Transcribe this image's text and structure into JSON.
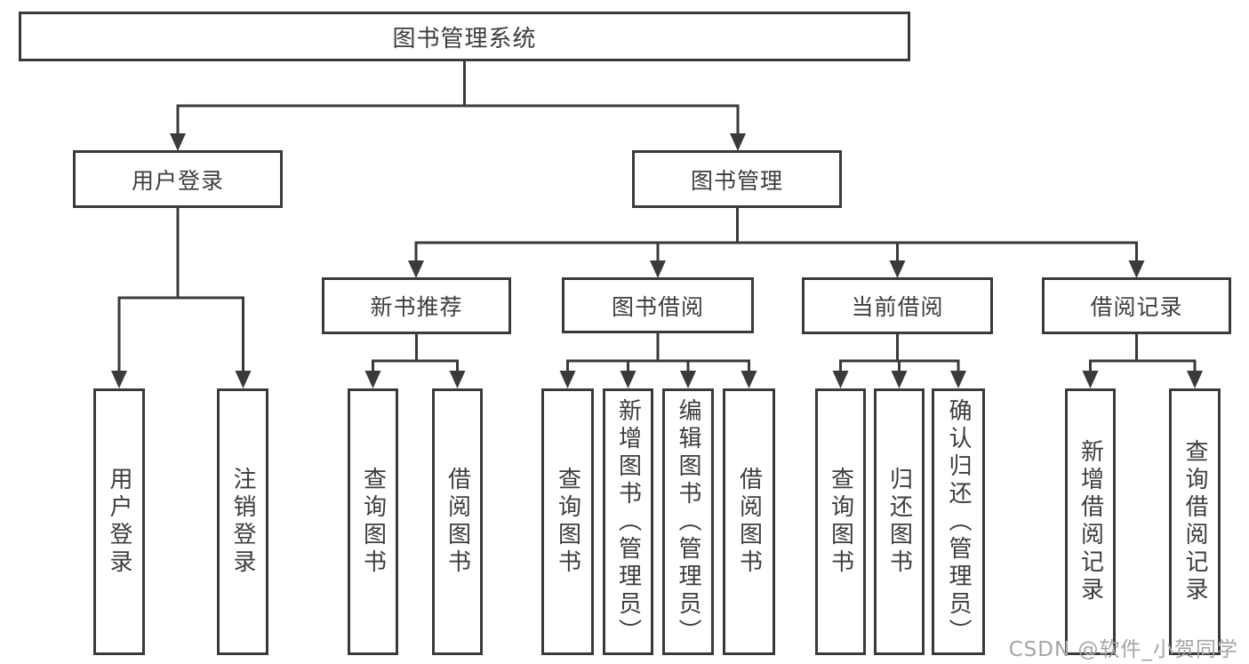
{
  "diagram": {
    "level1": {
      "label": "图书管理系统"
    },
    "level2": [
      {
        "label": "用户登录"
      },
      {
        "label": "图书管理"
      }
    ],
    "level3": [
      {
        "label": "新书推荐",
        "parent": "图书管理"
      },
      {
        "label": "图书借阅",
        "parent": "图书管理"
      },
      {
        "label": "当前借阅",
        "parent": "图书管理"
      },
      {
        "label": "借阅记录",
        "parent": "图书管理"
      }
    ],
    "leaves": [
      {
        "label": "用户登录",
        "parent": "用户登录"
      },
      {
        "label": "注销登录",
        "parent": "用户登录"
      },
      {
        "label": "查询图书",
        "parent": "新书推荐"
      },
      {
        "label": "借阅图书",
        "parent": "新书推荐"
      },
      {
        "label": "查询图书",
        "parent": "图书借阅"
      },
      {
        "label": "新增图书（管理员）",
        "parent": "图书借阅"
      },
      {
        "label": "编辑图书（管理员）",
        "parent": "图书借阅"
      },
      {
        "label": "借阅图书",
        "parent": "图书借阅"
      },
      {
        "label": "查询图书",
        "parent": "当前借阅"
      },
      {
        "label": "归还图书",
        "parent": "当前借阅"
      },
      {
        "label": "确认归还（管理员）",
        "parent": "当前借阅"
      },
      {
        "label": "新增借阅记录",
        "parent": "借阅记录"
      },
      {
        "label": "查询借阅记录",
        "parent": "借阅记录"
      }
    ]
  },
  "watermark": {
    "label": "CSDN @软件_小贺同学"
  },
  "colors": {
    "line": "#3a3a3a",
    "border": "#3a3a3a",
    "text": "#3d3d3d",
    "box_background": "#ffffff",
    "page_background": "#ffffff",
    "watermark": "#a5a5a5"
  }
}
